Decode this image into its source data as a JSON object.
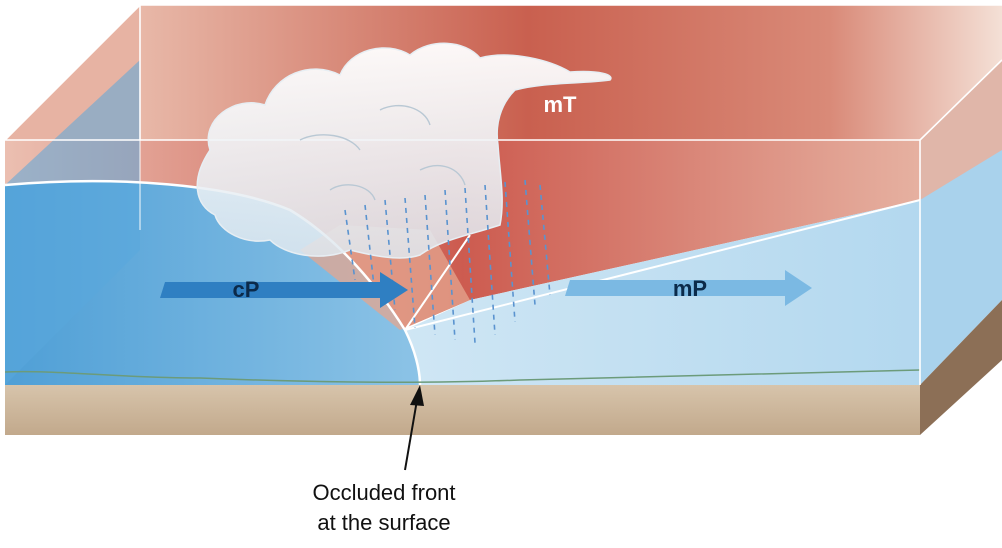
{
  "air_masses": {
    "warm": "mT",
    "cold": "cP",
    "cool": "mP"
  },
  "caption": {
    "line1": "Occluded front",
    "line2": "at the surface"
  },
  "colors": {
    "warm_air": "#c94a3e",
    "cold_air": "#5aa8dc",
    "cool_air": "#bfe0f2",
    "ground": "#c9b49a",
    "ground_side": "#8c6f56",
    "arrow_cold": "#2f7fc2",
    "arrow_cool": "#6fb2e0",
    "rain": "#5a93cf"
  },
  "icons": {
    "cloud": "cumulonimbus-cloud",
    "rain": "rain-streaks",
    "pointer": "arrow-pointer"
  }
}
